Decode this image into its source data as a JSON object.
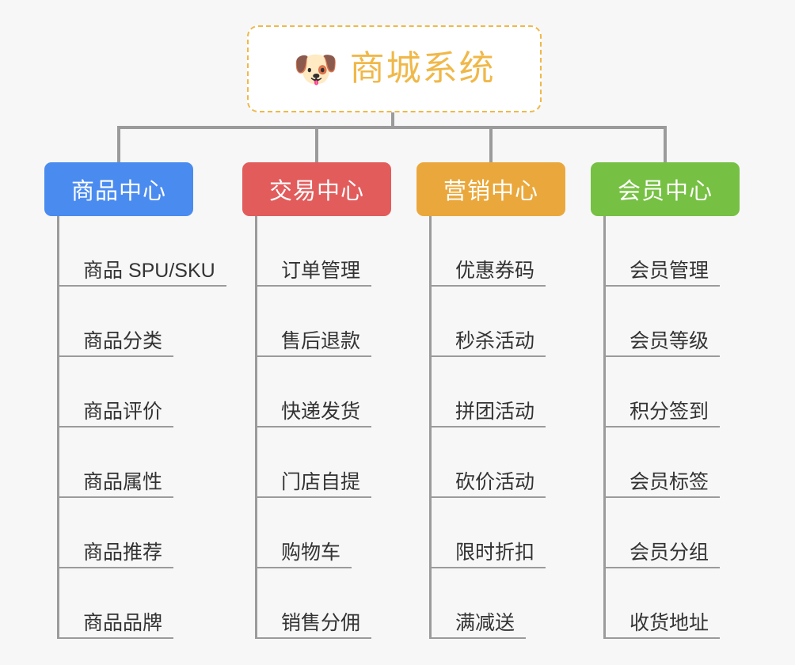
{
  "page": {
    "background_color": "#f7f7f7",
    "title": "商城系统"
  },
  "root": {
    "icon": "shiba-dog-icon",
    "icon_glyph": "🐶",
    "label": "商城系统",
    "text_color": "#f0b849",
    "border_color": "#f0b849",
    "background_color": "#ffffff"
  },
  "connector": {
    "color": "#9b9b9b"
  },
  "columns": [
    {
      "id": "product-center",
      "header": "商品中心",
      "color": "#4a8bf0",
      "items": [
        "商品 SPU/SKU",
        "商品分类",
        "商品评价",
        "商品属性",
        "商品推荐",
        "商品品牌"
      ]
    },
    {
      "id": "trade-center",
      "header": "交易中心",
      "color": "#e25c5c",
      "items": [
        "订单管理",
        "售后退款",
        "快递发货",
        "门店自提",
        "购物车",
        "销售分佣"
      ]
    },
    {
      "id": "marketing-center",
      "header": "营销中心",
      "color": "#eaa83c",
      "items": [
        "优惠券码",
        "秒杀活动",
        "拼团活动",
        "砍价活动",
        "限时折扣",
        "满减送"
      ]
    },
    {
      "id": "member-center",
      "header": "会员中心",
      "color": "#76c043",
      "items": [
        "会员管理",
        "会员等级",
        "积分签到",
        "会员标签",
        "会员分组",
        "收货地址"
      ]
    }
  ]
}
